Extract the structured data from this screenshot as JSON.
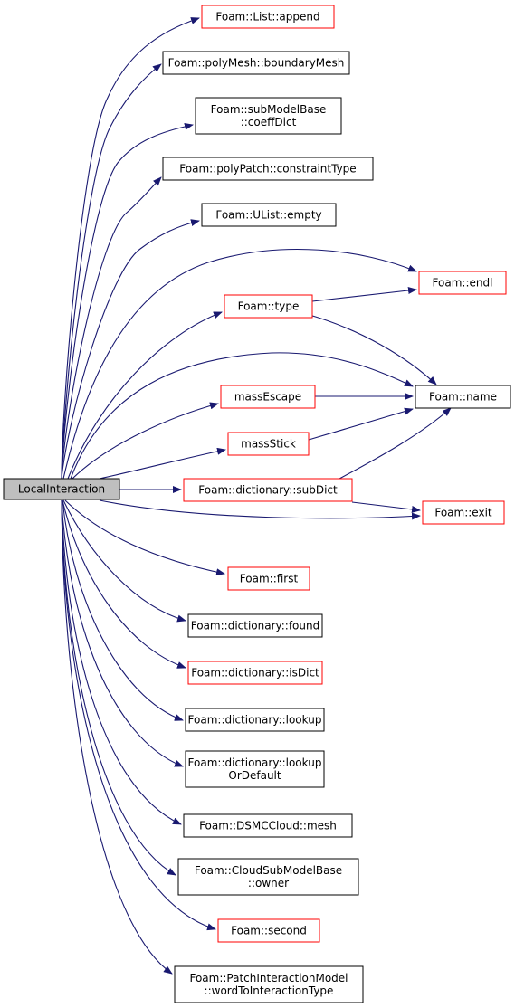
{
  "colors": {
    "edge": "#191970",
    "linked_border": "#ff0000",
    "plain_border": "#000000",
    "root_fill": "#bfbfbf",
    "node_fill": "#ffffff"
  },
  "graph": {
    "nodes": [
      {
        "id": "root",
        "lines": [
          "LocalInteraction"
        ],
        "style": "root"
      },
      {
        "id": "list-append",
        "lines": [
          "Foam::List::append"
        ],
        "style": "linked"
      },
      {
        "id": "boundary-mesh",
        "lines": [
          "Foam::polyMesh::boundaryMesh"
        ],
        "style": "plain"
      },
      {
        "id": "coeff-dict",
        "lines": [
          "Foam::subModelBase",
          "::coeffDict"
        ],
        "style": "plain"
      },
      {
        "id": "constraint-type",
        "lines": [
          "Foam::polyPatch::constraintType"
        ],
        "style": "plain"
      },
      {
        "id": "ulist-empty",
        "lines": [
          "Foam::UList::empty"
        ],
        "style": "plain"
      },
      {
        "id": "endl",
        "lines": [
          "Foam::endl"
        ],
        "style": "linked"
      },
      {
        "id": "type",
        "lines": [
          "Foam::type"
        ],
        "style": "linked"
      },
      {
        "id": "name",
        "lines": [
          "Foam::name"
        ],
        "style": "plain"
      },
      {
        "id": "mass-escape",
        "lines": [
          "massEscape"
        ],
        "style": "linked"
      },
      {
        "id": "mass-stick",
        "lines": [
          "massStick"
        ],
        "style": "linked"
      },
      {
        "id": "subdict",
        "lines": [
          "Foam::dictionary::subDict"
        ],
        "style": "linked"
      },
      {
        "id": "exit",
        "lines": [
          "Foam::exit"
        ],
        "style": "linked"
      },
      {
        "id": "first",
        "lines": [
          "Foam::first"
        ],
        "style": "linked"
      },
      {
        "id": "found",
        "lines": [
          "Foam::dictionary::found"
        ],
        "style": "plain"
      },
      {
        "id": "is-dict",
        "lines": [
          "Foam::dictionary::isDict"
        ],
        "style": "linked"
      },
      {
        "id": "lookup",
        "lines": [
          "Foam::dictionary::lookup"
        ],
        "style": "plain"
      },
      {
        "id": "lookup-or-default",
        "lines": [
          "Foam::dictionary::lookup",
          "OrDefault"
        ],
        "style": "plain"
      },
      {
        "id": "dsmc-mesh",
        "lines": [
          "Foam::DSMCCloud::mesh"
        ],
        "style": "plain"
      },
      {
        "id": "owner",
        "lines": [
          "Foam::CloudSubModelBase",
          "::owner"
        ],
        "style": "plain"
      },
      {
        "id": "second",
        "lines": [
          "Foam::second"
        ],
        "style": "linked"
      },
      {
        "id": "word-to-interaction-type",
        "lines": [
          "Foam::PatchInteractionModel",
          "::wordToInteractionType"
        ],
        "style": "plain"
      }
    ],
    "edges": [
      {
        "from": "root",
        "to": "list-append"
      },
      {
        "from": "root",
        "to": "boundary-mesh"
      },
      {
        "from": "root",
        "to": "coeff-dict"
      },
      {
        "from": "root",
        "to": "constraint-type"
      },
      {
        "from": "root",
        "to": "ulist-empty"
      },
      {
        "from": "root",
        "to": "endl"
      },
      {
        "from": "root",
        "to": "type"
      },
      {
        "from": "root",
        "to": "name"
      },
      {
        "from": "root",
        "to": "mass-escape"
      },
      {
        "from": "root",
        "to": "mass-stick"
      },
      {
        "from": "root",
        "to": "subdict"
      },
      {
        "from": "root",
        "to": "exit"
      },
      {
        "from": "root",
        "to": "first"
      },
      {
        "from": "root",
        "to": "found"
      },
      {
        "from": "root",
        "to": "is-dict"
      },
      {
        "from": "root",
        "to": "lookup"
      },
      {
        "from": "root",
        "to": "lookup-or-default"
      },
      {
        "from": "root",
        "to": "dsmc-mesh"
      },
      {
        "from": "root",
        "to": "owner"
      },
      {
        "from": "root",
        "to": "second"
      },
      {
        "from": "root",
        "to": "word-to-interaction-type"
      },
      {
        "from": "type",
        "to": "endl"
      },
      {
        "from": "type",
        "to": "name"
      },
      {
        "from": "mass-escape",
        "to": "name"
      },
      {
        "from": "mass-stick",
        "to": "name"
      },
      {
        "from": "subdict",
        "to": "name"
      },
      {
        "from": "subdict",
        "to": "exit"
      }
    ]
  }
}
